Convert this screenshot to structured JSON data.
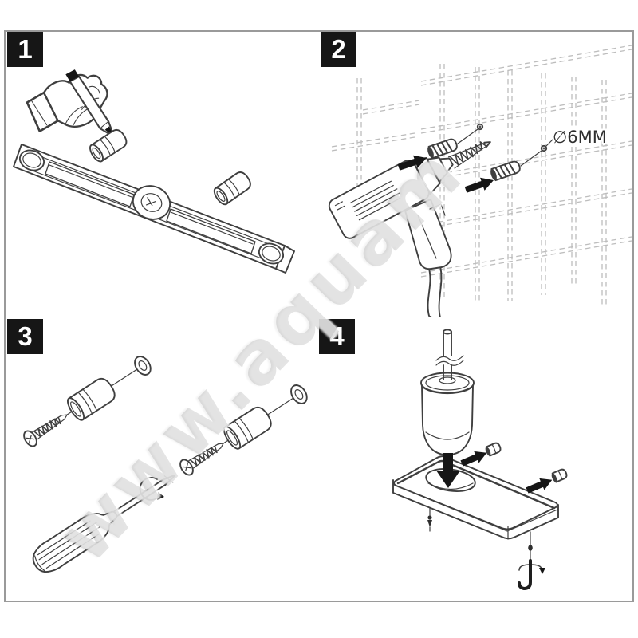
{
  "sheet": {
    "type": "installation-instruction-diagram",
    "steps": 4,
    "colors": {
      "background": "#ffffff",
      "border": "#9a9a9a",
      "line_art": "#3f3f3f",
      "tile_grid": "#bdbdbd",
      "badge_background": "#161616",
      "badge_text": "#ffffff"
    }
  },
  "watermark": {
    "text": "www.aquam"
  },
  "panels": [
    {
      "number": "1",
      "parts": [
        "hand-with-pencil",
        "spirit-level",
        "wall-plug",
        "wall-plug"
      ]
    },
    {
      "number": "2",
      "label": "∅6MM",
      "parts": [
        "power-drill",
        "tiled-wall-grid",
        "wall-plug",
        "wall-plug",
        "drill-hole",
        "drill-hole",
        "insert-arrow",
        "insert-arrow"
      ]
    },
    {
      "number": "3",
      "parts": [
        "screw",
        "mounting-post",
        "cover-ring",
        "screw",
        "mounting-post",
        "cover-ring",
        "screwdriver",
        "rotation-arrow"
      ]
    },
    {
      "number": "4",
      "parts": [
        "brush-handle",
        "brush-cup",
        "mounting-plate",
        "insert-arrow",
        "end-cap",
        "end-cap",
        "fixing-screw",
        "grub-screw",
        "hex-key",
        "rotation-arrow"
      ]
    }
  ]
}
